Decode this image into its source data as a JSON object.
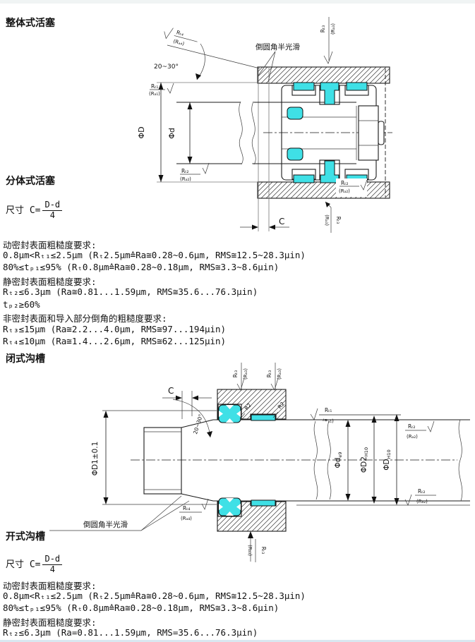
{
  "titles": {
    "integral_piston": "整体式活塞",
    "split_piston": "分体式活塞",
    "closed_groove": "闭式沟槽",
    "open_groove": "开式沟槽"
  },
  "formula": {
    "prefix": "尺寸 C=",
    "numerator": "D-d",
    "denominator": "4"
  },
  "roughness_upper": [
    "动密封表面粗糙度要求:",
    "0.8μm<Rₜ₁≤2.5μm (Rₜ2.5μm≙Ra≅0.28~0.6μm, RMS≅12.5~28.3μin)",
    "80%≤tₚ₁≤95% (Rₜ0.8μm≙Ra≅0.28~0.18μm, RMS≅3.3~8.6μin)",
    "静密封表面粗糙度要求:",
    "Rₜ₂≤6.3μm (Ra≅0.81...1.59μm, RMS≅35.6...76.3μin)",
    "tₚ₂≥60%",
    "非密封表面和导入部分倒角的粗糙度要求:",
    "Rₜ₃≤15μm (Ra≅2.2...4.0μm, RMS≅97...194μin)",
    "Rₜ₄≤10μm (Ra≅1.4...2.6μm, RMS≅62...125μin)"
  ],
  "roughness_lower": [
    "动密封表面粗糙度要求:",
    "0.8μm<Rₜ₁≤2.5μm (Rₜ2.5μm≙Ra≅0.28~0.6μm, RMS≅12.5~28.3μin)",
    "80%≤tₚ₁≤95% (Rₜ0.8μm≙Ra≅0.28~0.18μm, RMS≅3.3~8.6μin)",
    "静密封表面粗糙度要求:",
    "Rₜ₂≤6.3μm (Ra=0.81...1.59μm, RMS=35.6...76.3μin)"
  ],
  "rough_labels": {
    "rt1n": "Rₜ₁",
    "rt1d": "(Rₐ₁)",
    "rt2n": "Rₜ₂",
    "rt2d": "(Rₐ₂)",
    "rt3n": "Rₜ₃",
    "rt3d": "(Rₐ₃)",
    "rt4n": "Rₜ₄",
    "rt4d": "(Rₐ₄)"
  },
  "drawing1": {
    "angle": "20~30°",
    "chamfer_note": "倒圆角半光滑",
    "dim_c": "C",
    "dim_phiD": "ΦD",
    "dim_phid": "Φd"
  },
  "drawing2": {
    "angle": "20~30°",
    "chamfer_note": "倒圆角半光滑",
    "dim_c": "C",
    "dim_phiD1": "ΦD1±0.1",
    "dim_d_main": "Φd",
    "dim_d_sub": "e9",
    "dim_D2_main": "ΦD2",
    "dim_D2_sub": "H10",
    "dim_D_main": "ΦD",
    "dim_D_sub": "H10",
    "radius_left": "R2",
    "radius_right": "R2"
  },
  "colors": {
    "seal": "#3fe0e6",
    "line": "#1a1a1a"
  }
}
